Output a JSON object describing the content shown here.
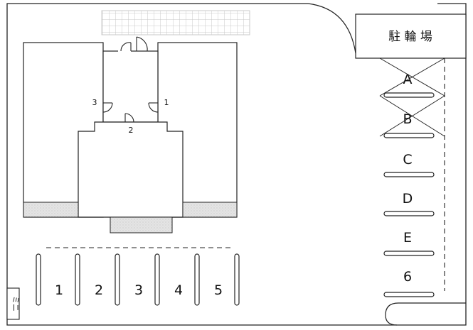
{
  "bicycle_parking": {
    "label": "駐 輪 場"
  },
  "doors": [
    {
      "id": "door-1",
      "label": "1"
    },
    {
      "id": "door-2",
      "label": "2"
    },
    {
      "id": "door-3",
      "label": "3"
    }
  ],
  "bottom_spaces": [
    "1",
    "2",
    "3",
    "4",
    "5"
  ],
  "right_spaces": [
    "A",
    "B",
    "C",
    "D",
    "E",
    "6"
  ],
  "crossed_out_spaces": [
    "A",
    "B"
  ],
  "side_sign": {
    "label": "ミニ"
  }
}
